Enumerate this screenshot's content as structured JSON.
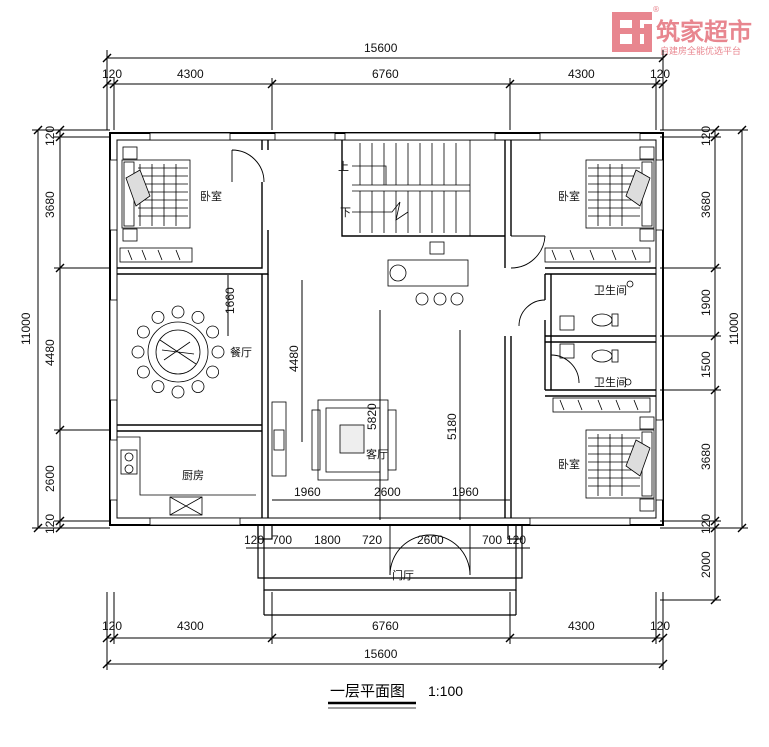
{
  "brand": {
    "name": "筑家超市",
    "tagline": "自建房全能优选平台",
    "reg_mark": "®",
    "color": "#e8868f"
  },
  "title": {
    "main": "一层平面图",
    "scale": "1:100"
  },
  "rooms": {
    "bedroom_nw": "卧室",
    "bedroom_ne": "卧室",
    "bedroom_se": "卧室",
    "dining": "餐厅",
    "kitchen": "厨房",
    "living": "客厅",
    "entrance": "门厅",
    "bath_1": "卫生间",
    "bath_2": "卫生间",
    "stair_up": "上",
    "stair_down": "下"
  },
  "dims": {
    "top_total": "15600",
    "top_w1": "120",
    "top_a": "4300",
    "top_b": "6760",
    "top_c": "4300",
    "top_w2": "120",
    "bot_w1": "120",
    "bot_a": "4300",
    "bot_b": "6760",
    "bot_c": "4300",
    "bot_w2": "120",
    "bot_total": "15600",
    "left_total": "11000",
    "left_w1": "120",
    "left_a": "3680",
    "left_b": "4480",
    "left_c": "2600",
    "left_w2": "120",
    "right_total": "11000",
    "right_w1": "120",
    "right_a": "3680",
    "right_b": "1900",
    "right_c": "1500",
    "right_d": "3680",
    "right_w2": "120",
    "right_porch": "2000",
    "porch_1": "120",
    "porch_2": "700",
    "porch_3": "1800",
    "porch_4": "720",
    "porch_5": "2600",
    "porch_6": "700",
    "porch_7": "120",
    "inner_1660": "1660",
    "inner_4480": "4480",
    "inner_5820": "5820",
    "inner_5180": "5180",
    "inner_1960a": "1960",
    "inner_2600": "2600",
    "inner_1960b": "1960"
  }
}
